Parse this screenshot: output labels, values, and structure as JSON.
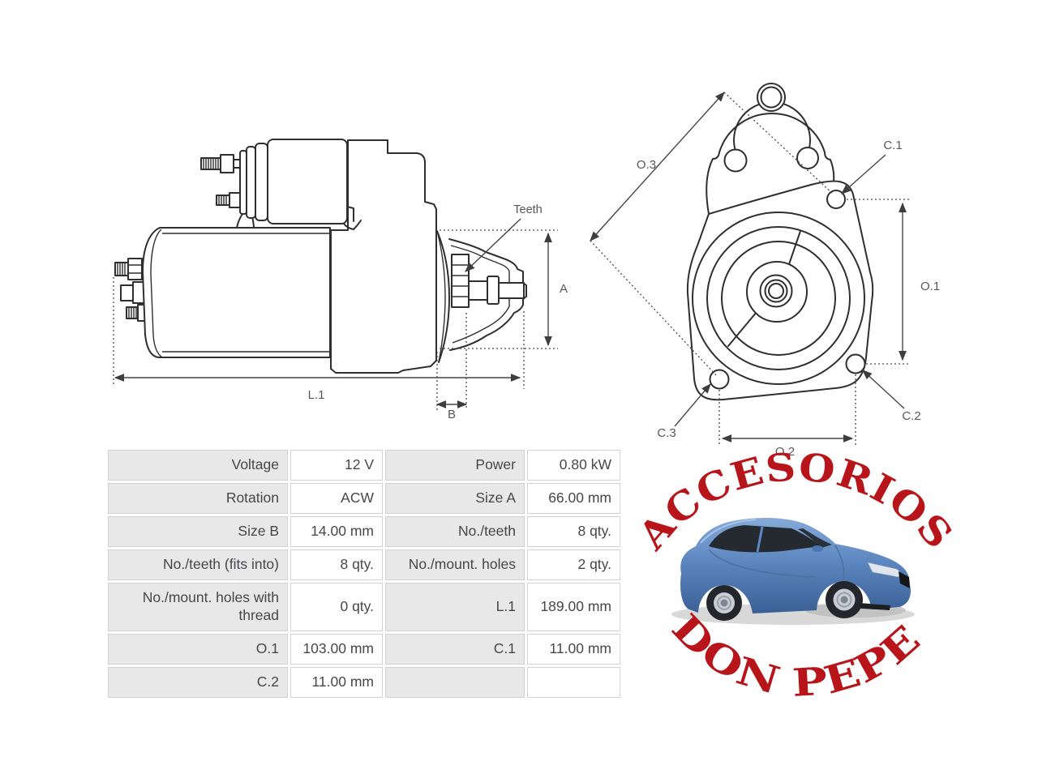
{
  "side_view": {
    "labels": {
      "teeth": "Teeth",
      "size_a": "A",
      "length": "L.1",
      "size_b": "B"
    }
  },
  "front_view": {
    "labels": {
      "o3": "O.3",
      "c1": "C.1",
      "o1": "O.1",
      "c2": "C.2",
      "c3": "C.3",
      "o2": "O.2"
    }
  },
  "spec_table": {
    "rows": [
      {
        "l1": "Voltage",
        "v1": "12 V",
        "l2": "Power",
        "v2": "0.80 kW"
      },
      {
        "l1": "Rotation",
        "v1": "ACW",
        "l2": "Size A",
        "v2": "66.00 mm"
      },
      {
        "l1": "Size B",
        "v1": "14.00 mm",
        "l2": "No./teeth",
        "v2": "8 qty."
      },
      {
        "l1": "No./teeth (fits into)",
        "v1": "8 qty.",
        "l2": "No./mount. holes",
        "v2": "2 qty."
      },
      {
        "l1": "No./mount. holes with thread",
        "v1": "0 qty.",
        "l2": "L.1",
        "v2": "189.00 mm"
      },
      {
        "l1": "O.1",
        "v1": "103.00 mm",
        "l2": "C.1",
        "v2": "11.00 mm"
      },
      {
        "l1": "C.2",
        "v1": "11.00 mm",
        "l2": "",
        "v2": ""
      }
    ]
  },
  "brand": {
    "arc_top_text": "ACCESORIOS",
    "arc_bottom_text": "DON PEPE",
    "text_color": "#b8151b"
  },
  "colors": {
    "drawing_line": "#2f2f2f",
    "dimension_line": "#4a4a4a",
    "table_label_bg": "#e8e8e9",
    "table_border": "#d2d2d2",
    "table_text": "#47474a"
  }
}
